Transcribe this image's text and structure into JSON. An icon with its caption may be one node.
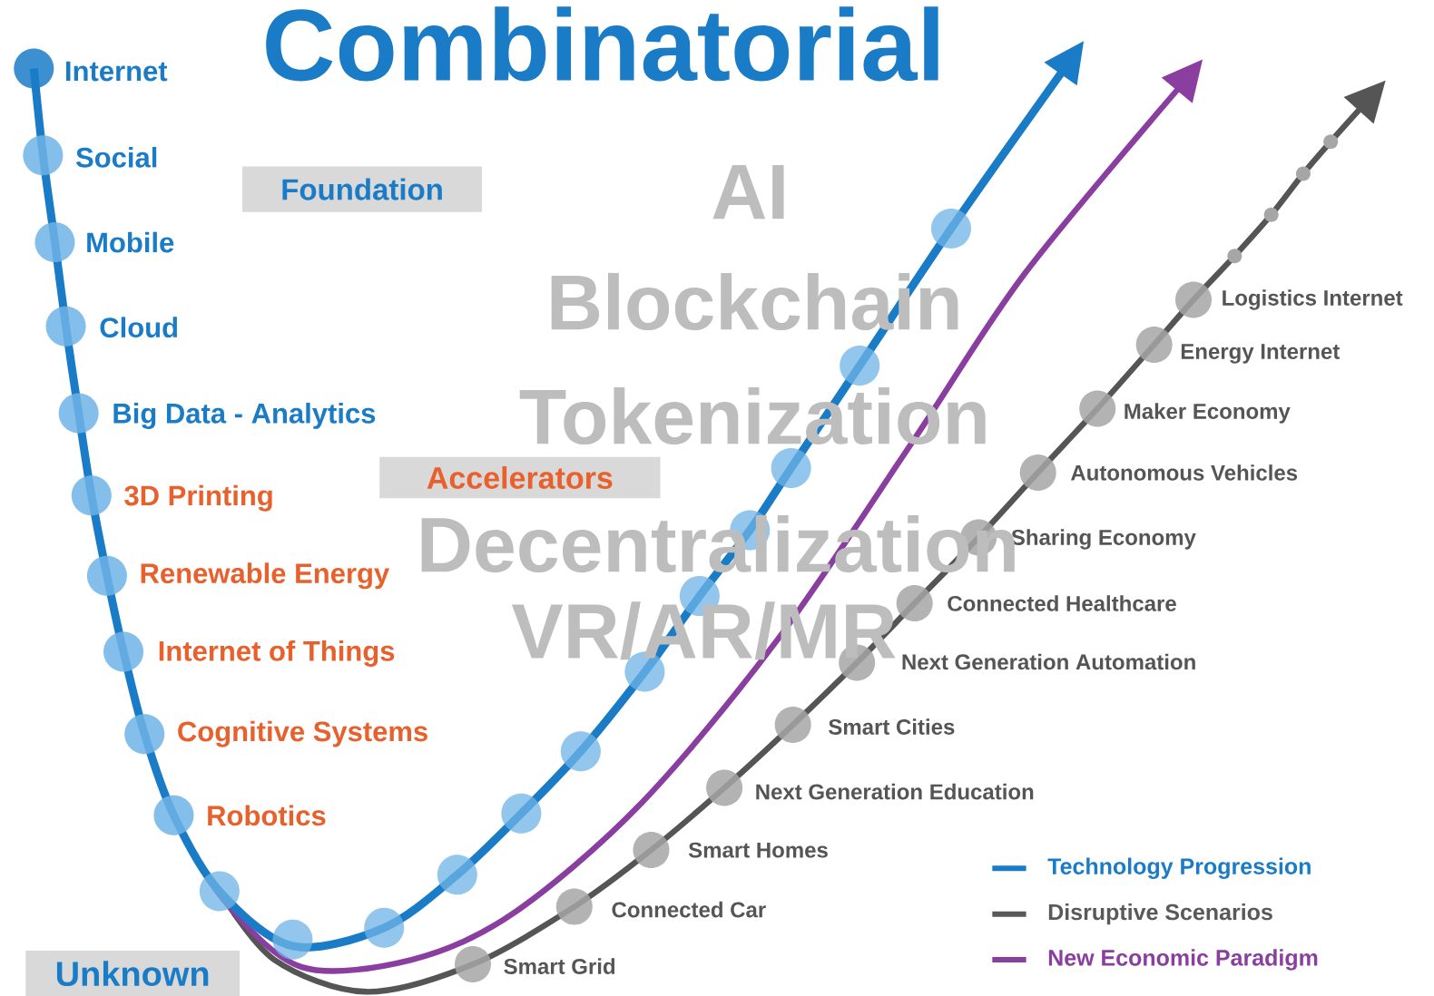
{
  "diagram": {
    "title": "Combinatorial",
    "nodes": [
      {
        "text": [
          "Foundation"
        ]
      },
      {
        "text": [
          "Accelerators"
        ]
      },
      {
        "text": [
          "Unknown"
        ]
      }
    ],
    "edges": [],
    "labels": [
      "Internet",
      "Social",
      "AI",
      "Mobile",
      "Blockchain",
      "Logistics Internet",
      "Cloud",
      "Energy Internet",
      "Maker Economy",
      "Big Data - Analytics",
      "Tokenization",
      "Autonomous Vehicles",
      "3D Printing",
      "Decentralization",
      "Sharing Economy",
      "Renewable Energy",
      "Connected Healthcare",
      "VR/AR/MR",
      "Internet of Things",
      "Next Generation Automation",
      "Smart Cities",
      "Cognitive Systems",
      "Next Generation Education",
      "Robotics",
      "Smart Homes",
      "Connected Car",
      "Smart Grid"
    ],
    "legend": [
      {
        "text": "Technology Progression",
        "color": "#1a7cc7"
      },
      {
        "text": "Disruptive Scenarios",
        "color": "#595959"
      },
      {
        "text": "New Economic Paradigm",
        "color": "#8a3fa0"
      }
    ]
  }
}
